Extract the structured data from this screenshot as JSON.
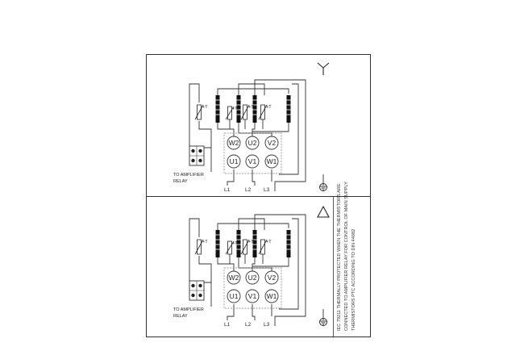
{
  "panels": [
    {
      "connection_symbol": "star-symbol",
      "terminals_top": [
        "W2",
        "U2",
        "V2"
      ],
      "terminals_bottom": [
        "U1",
        "V1",
        "W1"
      ],
      "thermistor_labels": [
        "+T",
        "+T",
        "+T",
        "+T"
      ],
      "relay_label_line1": "TO AMPLIFIER",
      "relay_label_line2": "RELAY",
      "lines": [
        "L1",
        "L2",
        "L3"
      ]
    },
    {
      "connection_symbol": "delta-symbol",
      "terminals_top": [
        "W2",
        "U2",
        "V2"
      ],
      "terminals_bottom": [
        "U1",
        "V1",
        "W1"
      ],
      "thermistor_labels": [
        "+T",
        "+T",
        "+T",
        "+T"
      ],
      "relay_label_line1": "TO AMPLIFIER",
      "relay_label_line2": "RELAY",
      "lines": [
        "L1",
        "L2",
        "L3"
      ]
    }
  ],
  "side_note": {
    "line1": "IEC 79211 THERMALLY PROTECTED WHEN THE THERMISTORS ARE",
    "line2": "CONNECTED TO AMPLIFIER RELAY FOR CONTROL OF MAIN SUPPLY",
    "line3": "THERMISTORS PTC ACCORDING TO DIN 44082"
  },
  "colors": {
    "line": "#333333",
    "coil": "#111111",
    "background": "#ffffff"
  }
}
